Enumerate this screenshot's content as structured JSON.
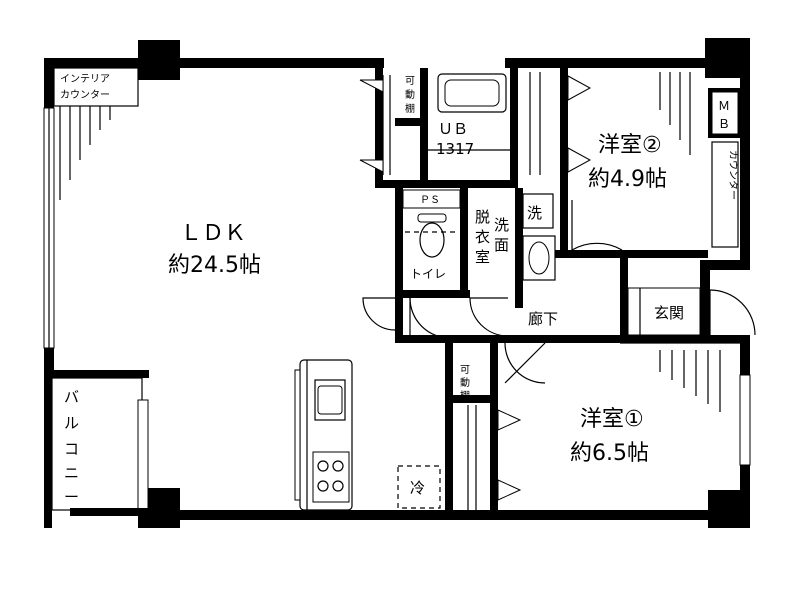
{
  "rooms": {
    "ldk_name": "ＬＤＫ",
    "ldk_size": "約24.5帖",
    "western2_name": "洋室②",
    "western2_size": "約4.9帖",
    "western1_name": "洋室①",
    "western1_size": "約6.5帖",
    "ub_name": "ＵＢ",
    "ub_size": "1317",
    "corridor": "廊下",
    "entrance": "玄関",
    "toilet": "トイレ",
    "ps": "ＰＳ",
    "mb_m": "Ｍ",
    "mb_b": "Ｂ",
    "balcony_chars": [
      "バ",
      "ル",
      "コ",
      "ニ",
      "ー"
    ],
    "datsui_chars": [
      "脱",
      "衣",
      "室"
    ],
    "senmen_chars": [
      "洗",
      "面"
    ],
    "washer": "洗",
    "fridge": "冷",
    "movable_shelf1_chars": [
      "可",
      "動",
      "棚"
    ],
    "movable_shelf2_chars": [
      "可",
      "動",
      "棚"
    ],
    "interior_counter_line1": "インテリア",
    "interior_counter_line2": "カウンター",
    "counter_vertical": "カウンター"
  }
}
